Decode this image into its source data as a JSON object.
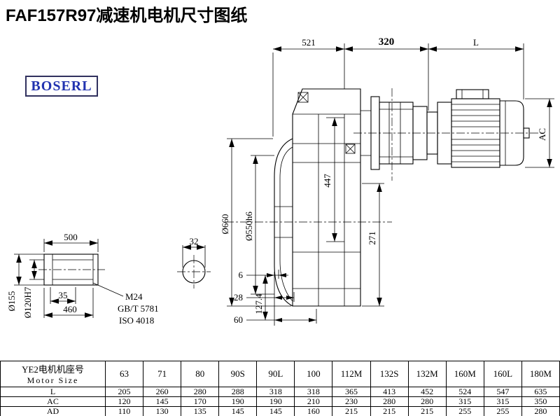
{
  "title": "FAF157R97减速机电机尺寸图纸",
  "logo": {
    "text": "BOSERL"
  },
  "drawing": {
    "dims": {
      "d521": "521",
      "d320": "320",
      "dL": "L",
      "dAC": "AC",
      "d660": "Ø660",
      "d550": "Ø550h6",
      "d447": "447",
      "d271": "271",
      "d6": "6",
      "d28": "28",
      "d60": "60",
      "d127": "127.4",
      "d500": "500",
      "d35": "35",
      "d460": "460",
      "d155": "Ø155",
      "d120": "Ø120H7",
      "d32": "32",
      "m24": "M24",
      "std_gb": "GB/T 5781",
      "std_iso": "ISO 4018"
    }
  },
  "table": {
    "header_cn": "YE2电机机座号",
    "header_en": "Motor Size",
    "sizes": [
      "63",
      "71",
      "80",
      "90S",
      "90L",
      "100",
      "112M",
      "132S",
      "132M",
      "160M",
      "160L",
      "180M"
    ],
    "rows": [
      {
        "label": "L",
        "values": [
          "205",
          "260",
          "280",
          "288",
          "318",
          "318",
          "365",
          "413",
          "452",
          "524",
          "547",
          "635"
        ]
      },
      {
        "label": "AC",
        "values": [
          "120",
          "145",
          "170",
          "190",
          "190",
          "210",
          "230",
          "280",
          "280",
          "315",
          "315",
          "350"
        ]
      },
      {
        "label": "AD",
        "values": [
          "110",
          "130",
          "135",
          "145",
          "145",
          "160",
          "215",
          "215",
          "215",
          "255",
          "255",
          "280"
        ]
      }
    ]
  }
}
